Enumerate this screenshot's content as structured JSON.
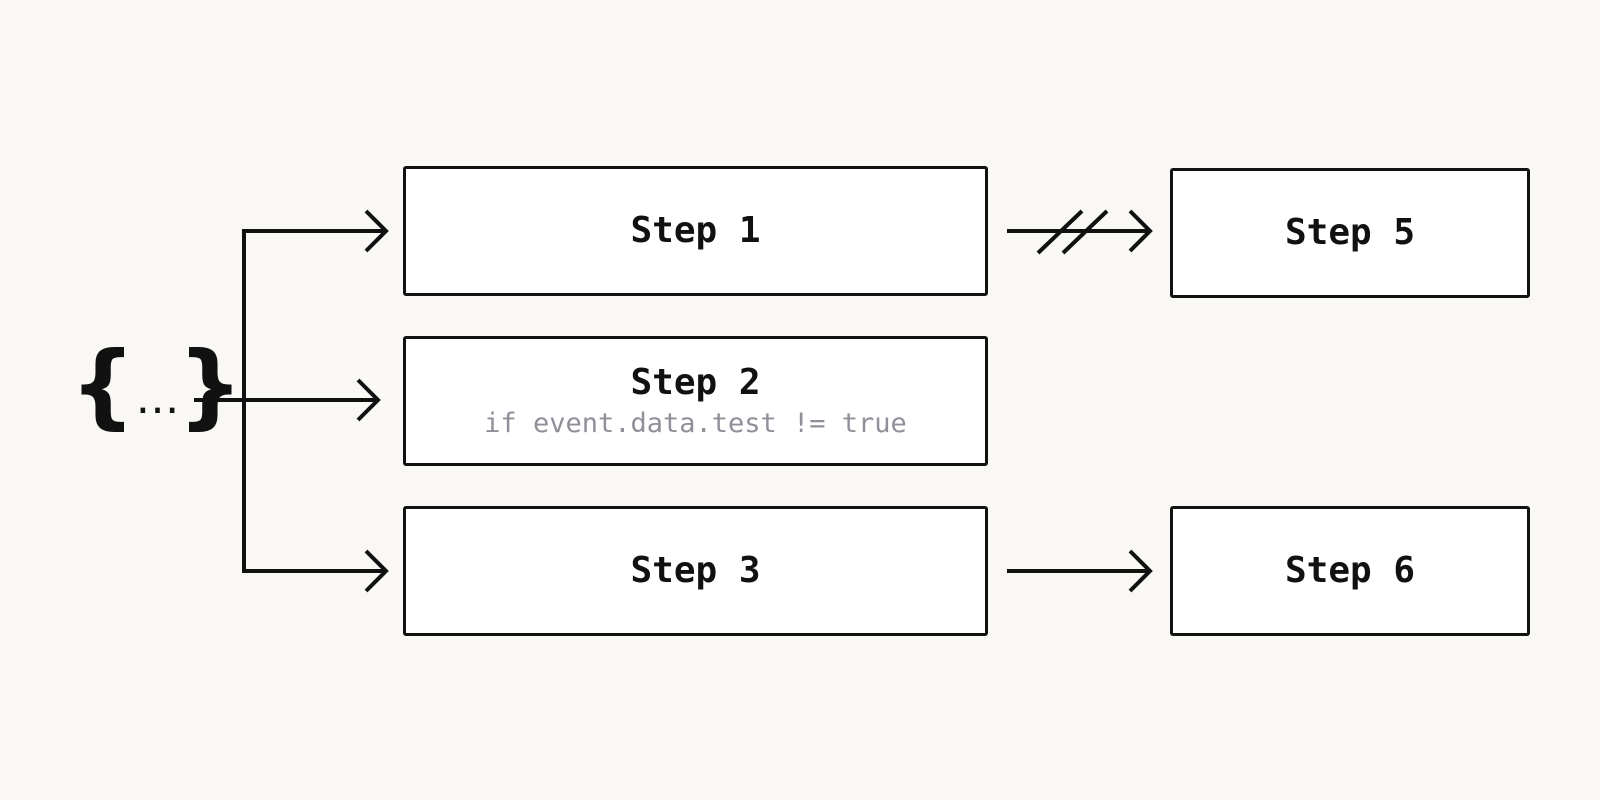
{
  "source": {
    "open_brace": "{",
    "ellipsis": "…",
    "close_brace": "}"
  },
  "steps": {
    "step1": {
      "title": "Step 1"
    },
    "step2": {
      "title": "Step 2",
      "condition": "if event.data.test != true"
    },
    "step3": {
      "title": "Step 3"
    },
    "step5": {
      "title": "Step 5"
    },
    "step6": {
      "title": "Step 6"
    }
  },
  "colors": {
    "background": "#f9f8f5",
    "stroke": "#111111",
    "box_fill": "#ffffff",
    "condition_text": "#8f9099"
  }
}
